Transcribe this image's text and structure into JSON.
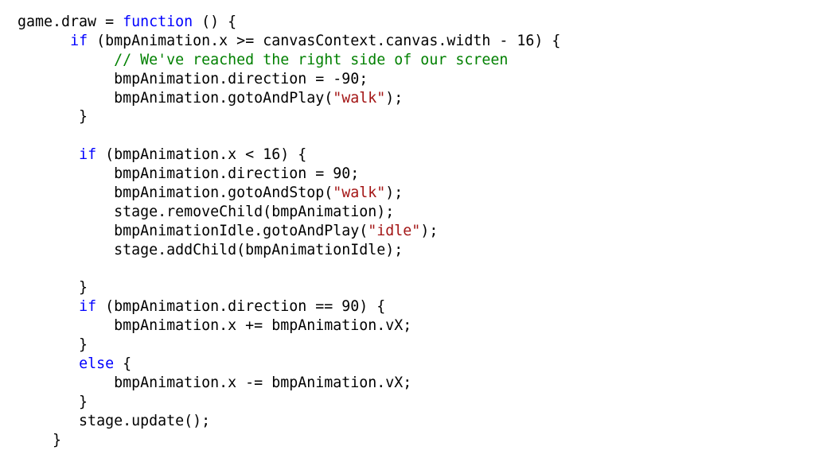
{
  "code": {
    "lines": [
      [
        {
          "t": "pl",
          "v": "  game.draw = "
        },
        {
          "t": "kw",
          "v": "function"
        },
        {
          "t": "pl",
          "v": " () {"
        }
      ],
      [
        {
          "t": "pl",
          "v": "        "
        },
        {
          "t": "kw",
          "v": "if"
        },
        {
          "t": "pl",
          "v": " (bmpAnimation.x >= canvasContext.canvas.width - 16) {"
        }
      ],
      [
        {
          "t": "pl",
          "v": "             "
        },
        {
          "t": "cm",
          "v": "// We've reached the right side of our screen"
        }
      ],
      [
        {
          "t": "pl",
          "v": "             bmpAnimation.direction = -90;"
        }
      ],
      [
        {
          "t": "pl",
          "v": "             bmpAnimation.gotoAndPlay("
        },
        {
          "t": "str",
          "v": "\"walk\""
        },
        {
          "t": "pl",
          "v": ");"
        }
      ],
      [
        {
          "t": "pl",
          "v": "         }"
        }
      ],
      [
        {
          "t": "pl",
          "v": ""
        }
      ],
      [
        {
          "t": "pl",
          "v": "         "
        },
        {
          "t": "kw",
          "v": "if"
        },
        {
          "t": "pl",
          "v": " (bmpAnimation.x < 16) {"
        }
      ],
      [
        {
          "t": "pl",
          "v": "             bmpAnimation.direction = 90;"
        }
      ],
      [
        {
          "t": "pl",
          "v": "             bmpAnimation.gotoAndStop("
        },
        {
          "t": "str",
          "v": "\"walk\""
        },
        {
          "t": "pl",
          "v": ");"
        }
      ],
      [
        {
          "t": "pl",
          "v": "             stage.removeChild(bmpAnimation);"
        }
      ],
      [
        {
          "t": "pl",
          "v": "             bmpAnimationIdle.gotoAndPlay("
        },
        {
          "t": "str",
          "v": "\"idle\""
        },
        {
          "t": "pl",
          "v": ");"
        }
      ],
      [
        {
          "t": "pl",
          "v": "             stage.addChild(bmpAnimationIdle);"
        }
      ],
      [
        {
          "t": "pl",
          "v": ""
        }
      ],
      [
        {
          "t": "pl",
          "v": "         }"
        }
      ],
      [
        {
          "t": "pl",
          "v": "         "
        },
        {
          "t": "kw",
          "v": "if"
        },
        {
          "t": "pl",
          "v": " (bmpAnimation.direction == 90) {"
        }
      ],
      [
        {
          "t": "pl",
          "v": "             bmpAnimation.x += bmpAnimation.vX;"
        }
      ],
      [
        {
          "t": "pl",
          "v": "         }"
        }
      ],
      [
        {
          "t": "pl",
          "v": "         "
        },
        {
          "t": "kw",
          "v": "else"
        },
        {
          "t": "pl",
          "v": " {"
        }
      ],
      [
        {
          "t": "pl",
          "v": "             bmpAnimation.x -= bmpAnimation.vX;"
        }
      ],
      [
        {
          "t": "pl",
          "v": "         }"
        }
      ],
      [
        {
          "t": "pl",
          "v": "         stage.update();"
        }
      ],
      [
        {
          "t": "pl",
          "v": "      }"
        }
      ]
    ]
  },
  "colors": {
    "keyword": "#0000ff",
    "comment": "#008000",
    "string": "#a31515",
    "plain": "#000000"
  }
}
